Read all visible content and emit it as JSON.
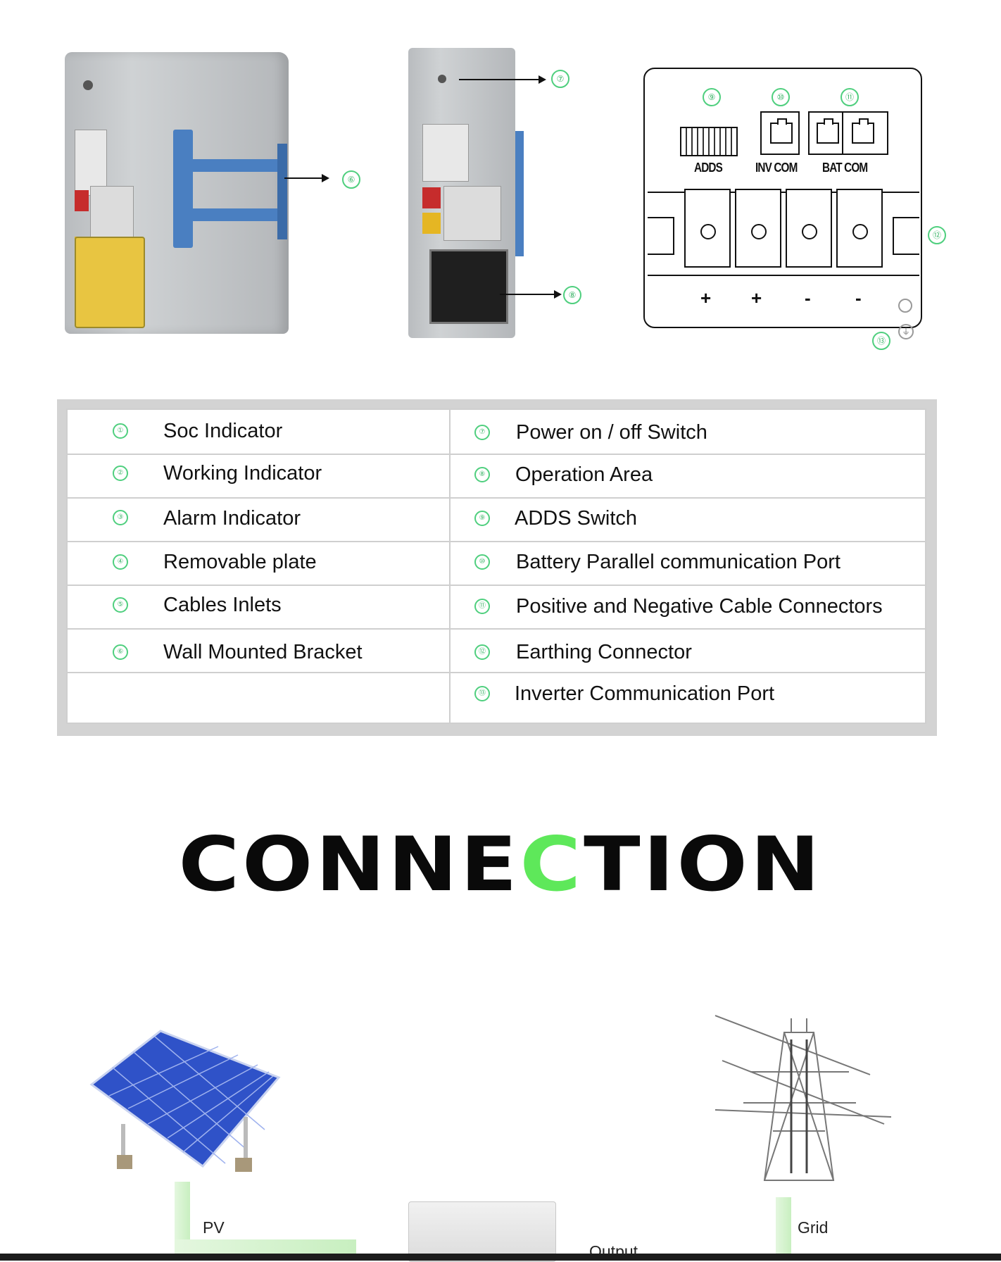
{
  "diagram_top": {
    "callouts": [
      "⑥",
      "⑦",
      "⑧",
      "⑨",
      "⑩",
      "⑪",
      "⑫",
      "⑬"
    ],
    "ports": {
      "adds": "ADDS",
      "inv_com": "INV COM",
      "bat_com": "BAT COM"
    },
    "terminals": [
      "+",
      "+",
      "-",
      "-"
    ]
  },
  "legend_table": {
    "left": [
      {
        "num": "①",
        "label": "Soc Indicator"
      },
      {
        "num": "②",
        "label": "Working Indicator"
      },
      {
        "num": "③",
        "label": "Alarm Indicator"
      },
      {
        "num": "④",
        "label": "Removable plate"
      },
      {
        "num": "⑤",
        "label": "Cables Inlets"
      },
      {
        "num": "⑥",
        "label": "Wall Mounted Bracket"
      }
    ],
    "right": [
      {
        "num": "⑦",
        "label": "Power on / off Switch"
      },
      {
        "num": "⑧",
        "label": "Operation Area"
      },
      {
        "num": "⑨",
        "label": "ADDS Switch"
      },
      {
        "num": "⑩",
        "label": "Battery Parallel communication Port"
      },
      {
        "num": "⑪",
        "label": "Positive and Negative Cable Connectors"
      },
      {
        "num": "⑫",
        "label": "Earthing Connector"
      },
      {
        "num": "⑬",
        "label": "Inverter Communication Port"
      }
    ]
  },
  "connection": {
    "title_pre": "CONNE",
    "title_accent": "C",
    "title_post": "TION",
    "pv_label": "PV",
    "grid_label": "Grid",
    "output_label": "Output"
  },
  "colors": {
    "accent_green": "#5ee85a",
    "callout_green": "#3fb56b",
    "bracket_blue": "#4a7fc1",
    "panel_blue": "#2f52c8"
  }
}
